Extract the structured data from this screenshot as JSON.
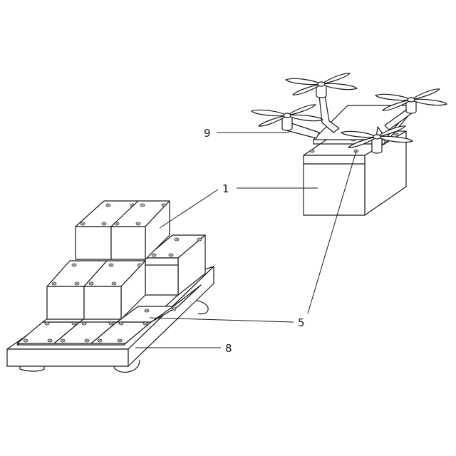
{
  "figure": {
    "reference_numerals": {
      "battery_pack": "1",
      "battery_terminal": "5",
      "transport_cart": "8",
      "drone": "9"
    }
  }
}
